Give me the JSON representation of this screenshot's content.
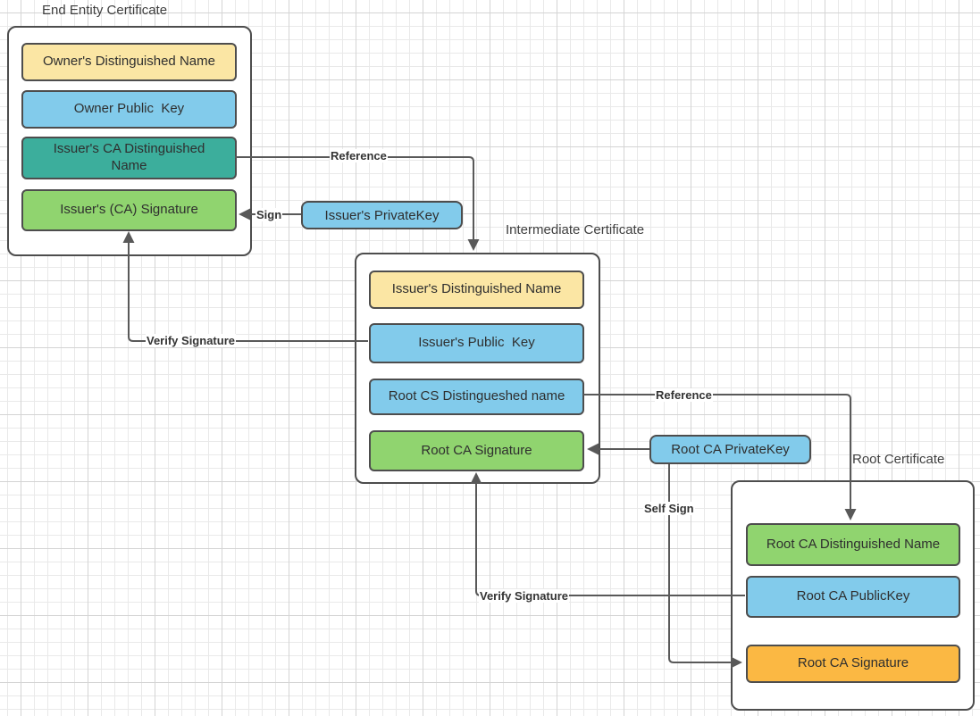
{
  "diagram_type": "pki-certificate-chain-of-trust",
  "groups": {
    "end_entity": {
      "title": "End Entity Certificate",
      "boxes": [
        {
          "label": "Owner's Distinguished Name",
          "color": "#FBE6A4"
        },
        {
          "label": "Owner Public  Key",
          "color": "#82CBEB"
        },
        {
          "label": "Issuer's CA Distinguished Name",
          "color": "#3CAE9C"
        },
        {
          "label": "Issuer's (CA) Signature",
          "color": "#90D46F"
        }
      ]
    },
    "intermediate": {
      "title": "Intermediate Certificate",
      "boxes": [
        {
          "label": "Issuer's Distinguished Name",
          "color": "#FBE6A4"
        },
        {
          "label": "Issuer's Public  Key",
          "color": "#82CBEB"
        },
        {
          "label": "Root CS Distingueshed name",
          "color": "#82CBEB"
        },
        {
          "label": "Root CA Signature",
          "color": "#90D46F"
        }
      ]
    },
    "root": {
      "title": "Root Certificate",
      "boxes": [
        {
          "label": "Root CA Distinguished Name",
          "color": "#90D46F"
        },
        {
          "label": "Root CA PublicKey",
          "color": "#82CBEB"
        },
        {
          "label": "Root CA Signature",
          "color": "#FBB843"
        }
      ]
    }
  },
  "standalone": {
    "issuer_private_key": {
      "label": "Issuer's PrivateKey",
      "color": "#82CBEB"
    },
    "root_private_key": {
      "label": "Root CA PrivateKey",
      "color": "#82CBEB"
    }
  },
  "edge_labels": {
    "reference_1": "Reference",
    "sign": "Sign",
    "verify_signature_1": "Verify Signature",
    "reference_2": "Reference",
    "self_sign": "Self Sign",
    "verify_signature_2": "Verify Signature"
  },
  "colors": {
    "yellow_fill": "#FBE6A4",
    "blue_fill": "#82CBEB",
    "teal_fill": "#3CAE9C",
    "green_fill": "#90D46F",
    "orange_fill": "#FBB843",
    "border": "#4D4D4D",
    "wire": "#595959",
    "text": "#2F2F2F"
  }
}
